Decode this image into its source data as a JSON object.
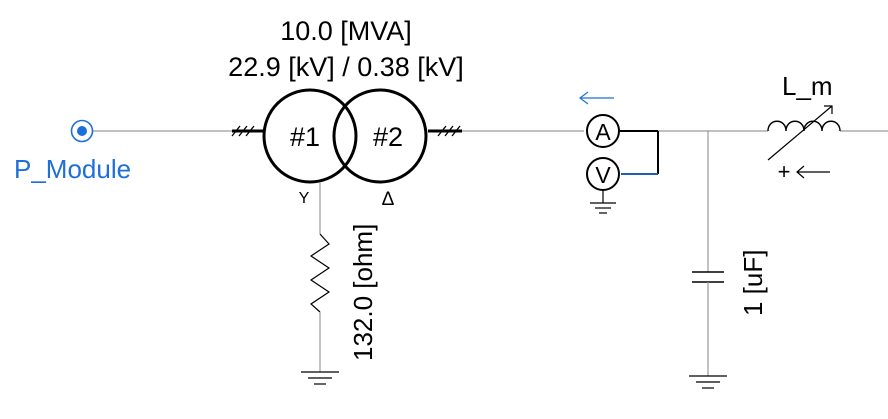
{
  "colors": {
    "wire": "#9a9a9a",
    "port": "#1e6fd9",
    "ink": "#000000",
    "meter_link": "#1e5fb0"
  },
  "labels": {
    "rating_mva": "10.0 [MVA]",
    "voltage_ratio": "22.9 [kV] / 0.38 [kV]",
    "winding1": "#1",
    "winding2": "#2",
    "resistor": "132.0 [ohm]",
    "capacitor": "1 [uF]",
    "inductor": "L_m",
    "port": "P_Module",
    "ammeter": "A",
    "voltmeter": "V",
    "wye_symbol": "Y",
    "delta_symbol": "Δ",
    "plus_sign": "+"
  },
  "icons": {
    "port": "port-node-icon",
    "transformer": "two-winding-transformer-icon",
    "resistor": "resistor-icon",
    "capacitor": "capacitor-icon",
    "inductor": "variable-inductor-icon",
    "ground": "ground-icon",
    "ammeter": "ammeter-icon",
    "voltmeter": "voltmeter-icon"
  }
}
